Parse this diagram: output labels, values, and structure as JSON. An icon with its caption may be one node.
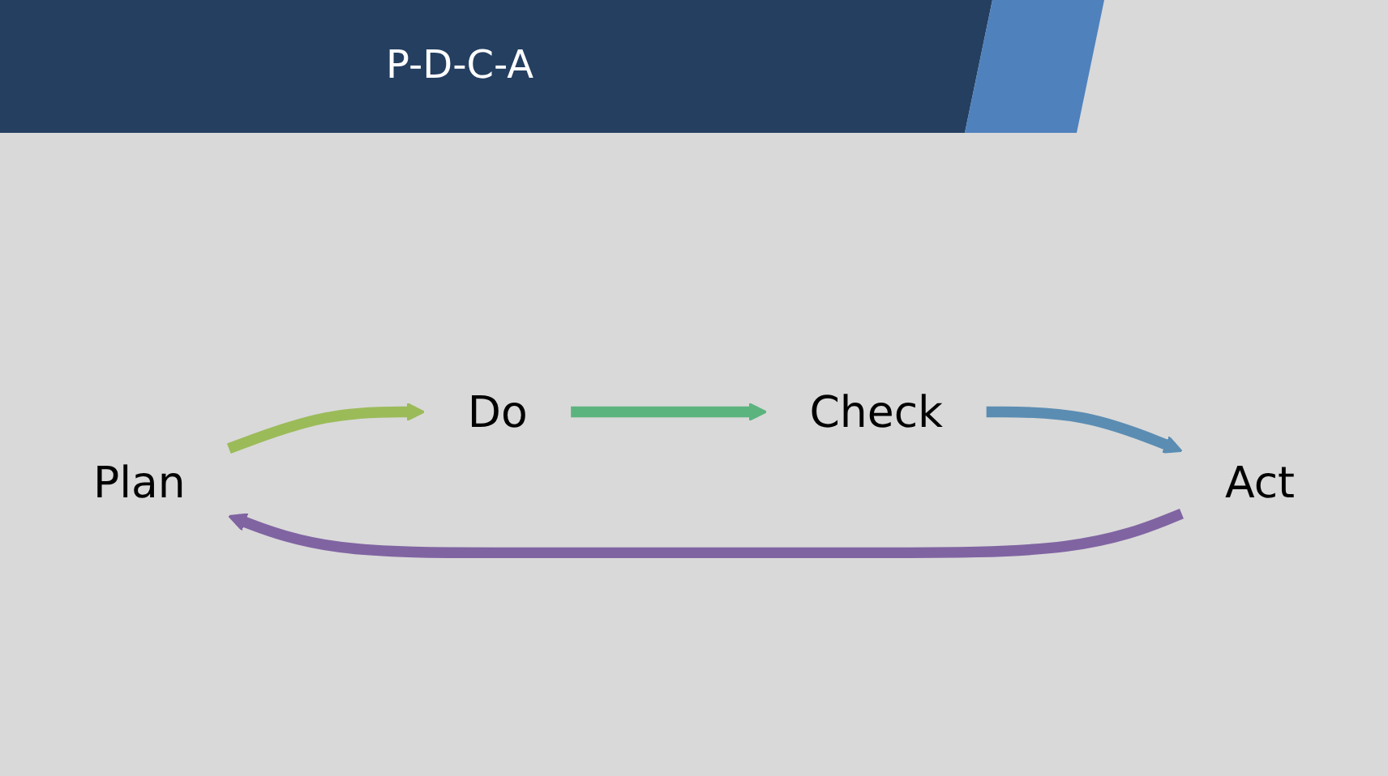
{
  "diagram": {
    "title": "P-D-C-A",
    "nodes": [
      {
        "text": [
          "Plan"
        ]
      },
      {
        "text": [
          "Do"
        ]
      },
      {
        "text": [
          "Check"
        ]
      },
      {
        "text": [
          "Act"
        ]
      }
    ],
    "edges": [
      {
        "from": 0,
        "to": 1,
        "arrow": "to",
        "color": "#9bbb59"
      },
      {
        "from": 1,
        "to": 2,
        "arrow": "to",
        "color": "#5bb47e"
      },
      {
        "from": 2,
        "to": 3,
        "arrow": "to",
        "color": "#5b8db3"
      },
      {
        "from": 3,
        "to": 0,
        "arrow": "to",
        "color": "#8064a2"
      }
    ]
  }
}
